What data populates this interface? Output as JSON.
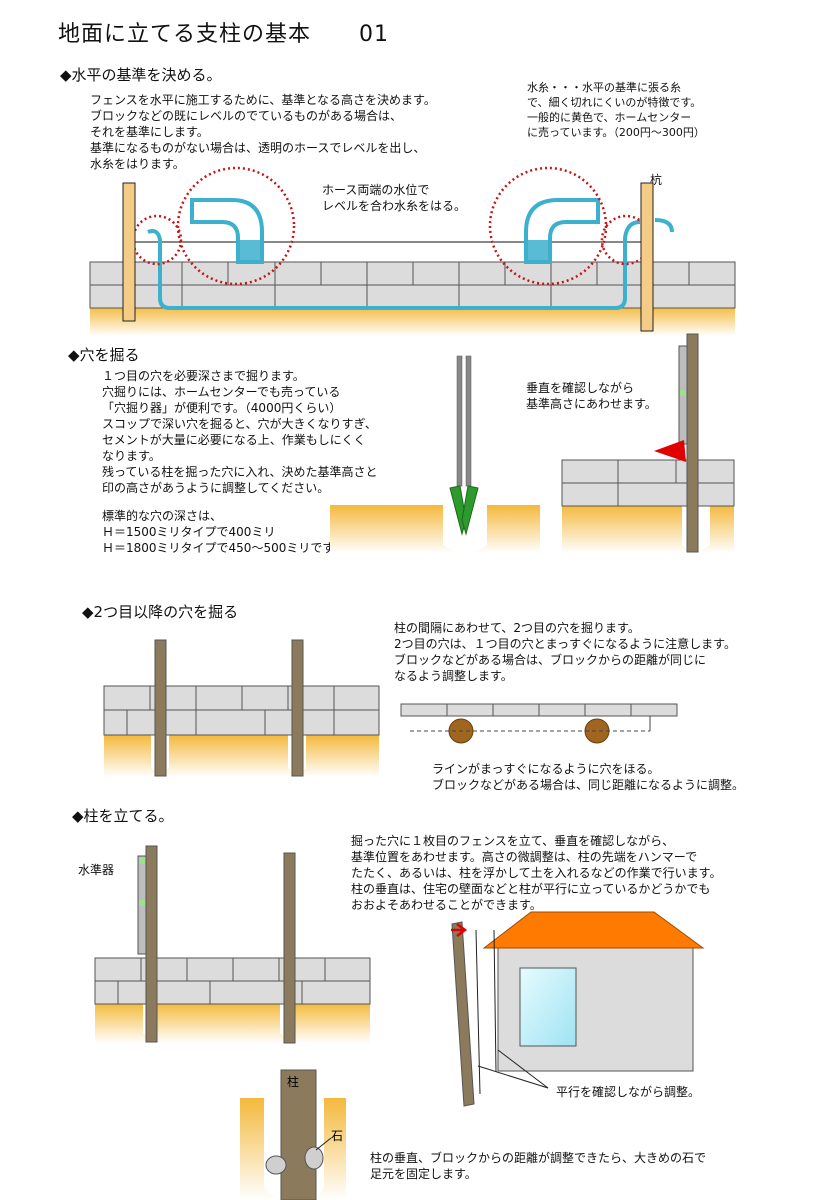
{
  "title": "地面に立てる支柱の基本",
  "page_number": "01",
  "sections": {
    "level": {
      "heading": "◆水平の基準を決める。",
      "body": "フェンスを水平に施工するために、基準となる高さを決めます。\nブロックなどの既にレベルのでているものがある場合は、\nそれを基準にします。\n基準になるものがない場合は、透明のホースでレベルを出し、\n水糸をはります。",
      "note": "水糸・・・水平の基準に張る糸\nで、細く切れにくいのが特徴です。\n一般的に黄色で、ホームセンター\nに売っています。（200円〜300円）",
      "hose_label": "ホース両端の水位で\nレベルを合わ水糸をはる。",
      "stake_label": "杭"
    },
    "dig": {
      "heading": "◆穴を掘る",
      "body": "１つ目の穴を必要深さまで掘ります。\n穴掘りには、ホームセンターでも売っている\n「穴掘り器」が便利です。（4000円くらい）\nスコップで深い穴を掘ると、穴が大きくなりすぎ、\nセメントが大量に必要になる上、作業もしにくく\nなります。\n残っている柱を掘った穴に入れ、決めた基準高さと\n印の高さがあうように調整してください。",
      "depth": "標準的な穴の深さは、\nＨ＝1500ミリタイプで400ミリ\nＨ＝1800ミリタイプで450〜500ミリです。",
      "vertical_label": "垂直を確認しながら\n基準高さにあわせます。"
    },
    "second": {
      "heading": "◆2つ目以降の穴を掘る",
      "body": "柱の間隔にあわせて、2つ目の穴を掘ります。\n2つ目の穴は、１つ目の穴とまっすぐになるように注意します。\nブロックなどがある場合は、ブロックからの距離が同じに\nなるよう調整します。",
      "line_note": "ラインがまっすぐになるように穴をほる。\nブロックなどがある場合は、同じ距離になるように調整。"
    },
    "stand": {
      "heading": "◆柱を立てる。",
      "level_tool": "水準器",
      "body": "掘った穴に１枚目のフェンスを立て、垂直を確認しながら、\n基準位置をあわせます。高さの微調整は、柱の先端をハンマーで\nたたく、あるいは、柱を浮かして土を入れるなどの作業で行います。\n柱の垂直は、住宅の壁面などと柱が平行に立っているかどうかでも\nおおよそあわせることができます。",
      "parallel_label": "平行を確認しながら調整。",
      "post_label": "柱",
      "stone_label": "石",
      "fix_note": "柱の垂直、ブロックからの距離が調整できたら、大きめの石で\n足元を固定します。"
    }
  },
  "colors": {
    "block": "#dcdcdc",
    "post": "#8b7a5c",
    "stake": "#f5cc85",
    "hose": "#3cb0cc",
    "ground": "#f4b93c",
    "roof": "#ff7a00",
    "dotted": "#c81414",
    "marker": "#e00000"
  }
}
